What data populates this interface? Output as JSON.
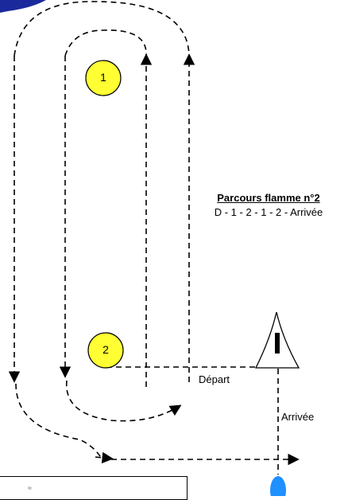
{
  "course": {
    "title": "Parcours flamme n°2",
    "sequence": "D - 1 - 2 - 1 - 2 - Arrivée"
  },
  "buoys": [
    {
      "label": "1",
      "color": "#ffff33"
    },
    {
      "label": "2",
      "color": "#ffff33"
    }
  ],
  "start_label": "Départ",
  "finish_label": "Arrivée",
  "legend": {
    "mark": "≈"
  },
  "colors": {
    "line": "#000000",
    "buoy_fill": "#ffff33",
    "finish_buoy": "#1e90ff",
    "corner_logo": "#1a2a9c"
  }
}
